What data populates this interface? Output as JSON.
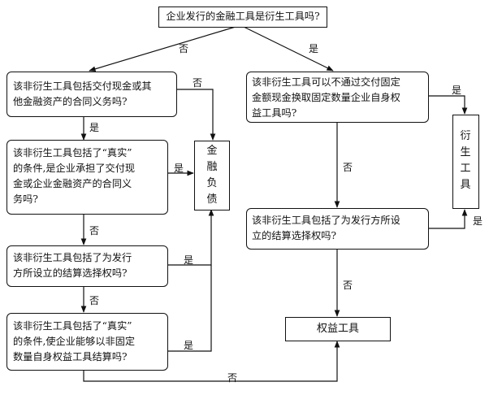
{
  "nodes": {
    "start": [
      "企业发行的金融工具是衍生工具吗?"
    ],
    "q_left1": [
      "该非衍生工具包括交付现金或其",
      "他金融资产的合同义务吗?"
    ],
    "q_left2": [
      "该非衍生工具包括了“真实”",
      "的条件,是企业承担了交付现",
      "金或企业金融资产的合同义",
      "务吗?"
    ],
    "q_left3": [
      "该非衍生工具包括了为发行",
      "方所设立的结算选择权吗?"
    ],
    "q_left4": [
      "该非衍生工具包括了“真实”",
      "的条件,使企业能够以非固定",
      "数量自身权益工具结算吗?"
    ],
    "q_right1": [
      "该非衍生工具可以不通过交付固定",
      "金额现金换取固定数量企业自身权",
      "益工具吗?"
    ],
    "q_right2": [
      "该非衍生工具包括了为发行方所设",
      "立的结算选择权吗?"
    ],
    "financial_liability": [
      "金",
      "融",
      "负",
      "债"
    ],
    "derivative": [
      "衍",
      "生",
      "工",
      "具"
    ],
    "equity": "权益工具"
  },
  "labels": {
    "no": "否",
    "yes": "是"
  }
}
